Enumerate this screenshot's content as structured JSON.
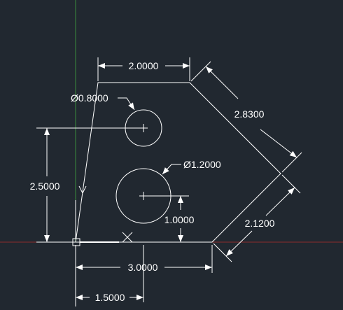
{
  "viewport": {
    "background_color": "#212830",
    "geometry_color": "#ffffff",
    "y_axis_color": "#3c8c3c",
    "x_axis_color": "#8c2c2c"
  },
  "dimensions": {
    "top_width": "2.0000",
    "upper_slant": "2.8300",
    "small_hole_dia": "Ø0.8000",
    "large_hole_dia": "Ø1.2000",
    "left_height": "2.5000",
    "hole_offset_y": "1.0000",
    "lower_slant": "2.1200",
    "base_width": "3.0000",
    "hole_offset_x": "1.5000"
  }
}
